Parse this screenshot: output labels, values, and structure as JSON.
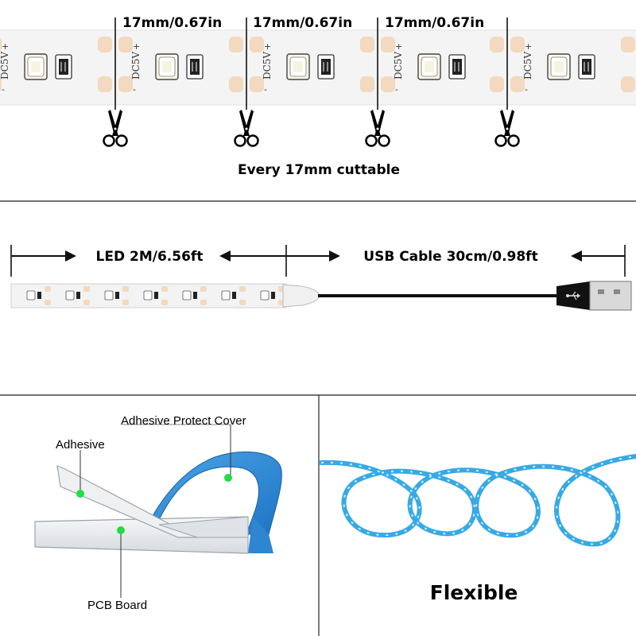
{
  "section_cut": {
    "spacing_labels": [
      "17mm/0.67in",
      "17mm/0.67in",
      "17mm/0.67in"
    ],
    "caption": "Every 17mm cuttable",
    "pcb_print": "DC5V",
    "plus_sign": "+",
    "minus_sign": "-"
  },
  "section_length": {
    "led_label": "LED 2M/6.56ft",
    "cable_label": "USB Cable 30cm/0.98ft"
  },
  "section_layers": {
    "cover_label": "Adhesive Protect Cover",
    "adhesive_label": "Adhesive",
    "pcb_label": "PCB Board"
  },
  "section_flex": {
    "caption": "Flexible"
  },
  "colors": {
    "pcb_white": "#f3f3f3",
    "pad_beige": "#f2d9bf",
    "adhesive_blue": "#2f8fd8",
    "strip_cyan": "#36a9e6",
    "marker_green": "#22dd44",
    "cable_black": "#111111"
  }
}
